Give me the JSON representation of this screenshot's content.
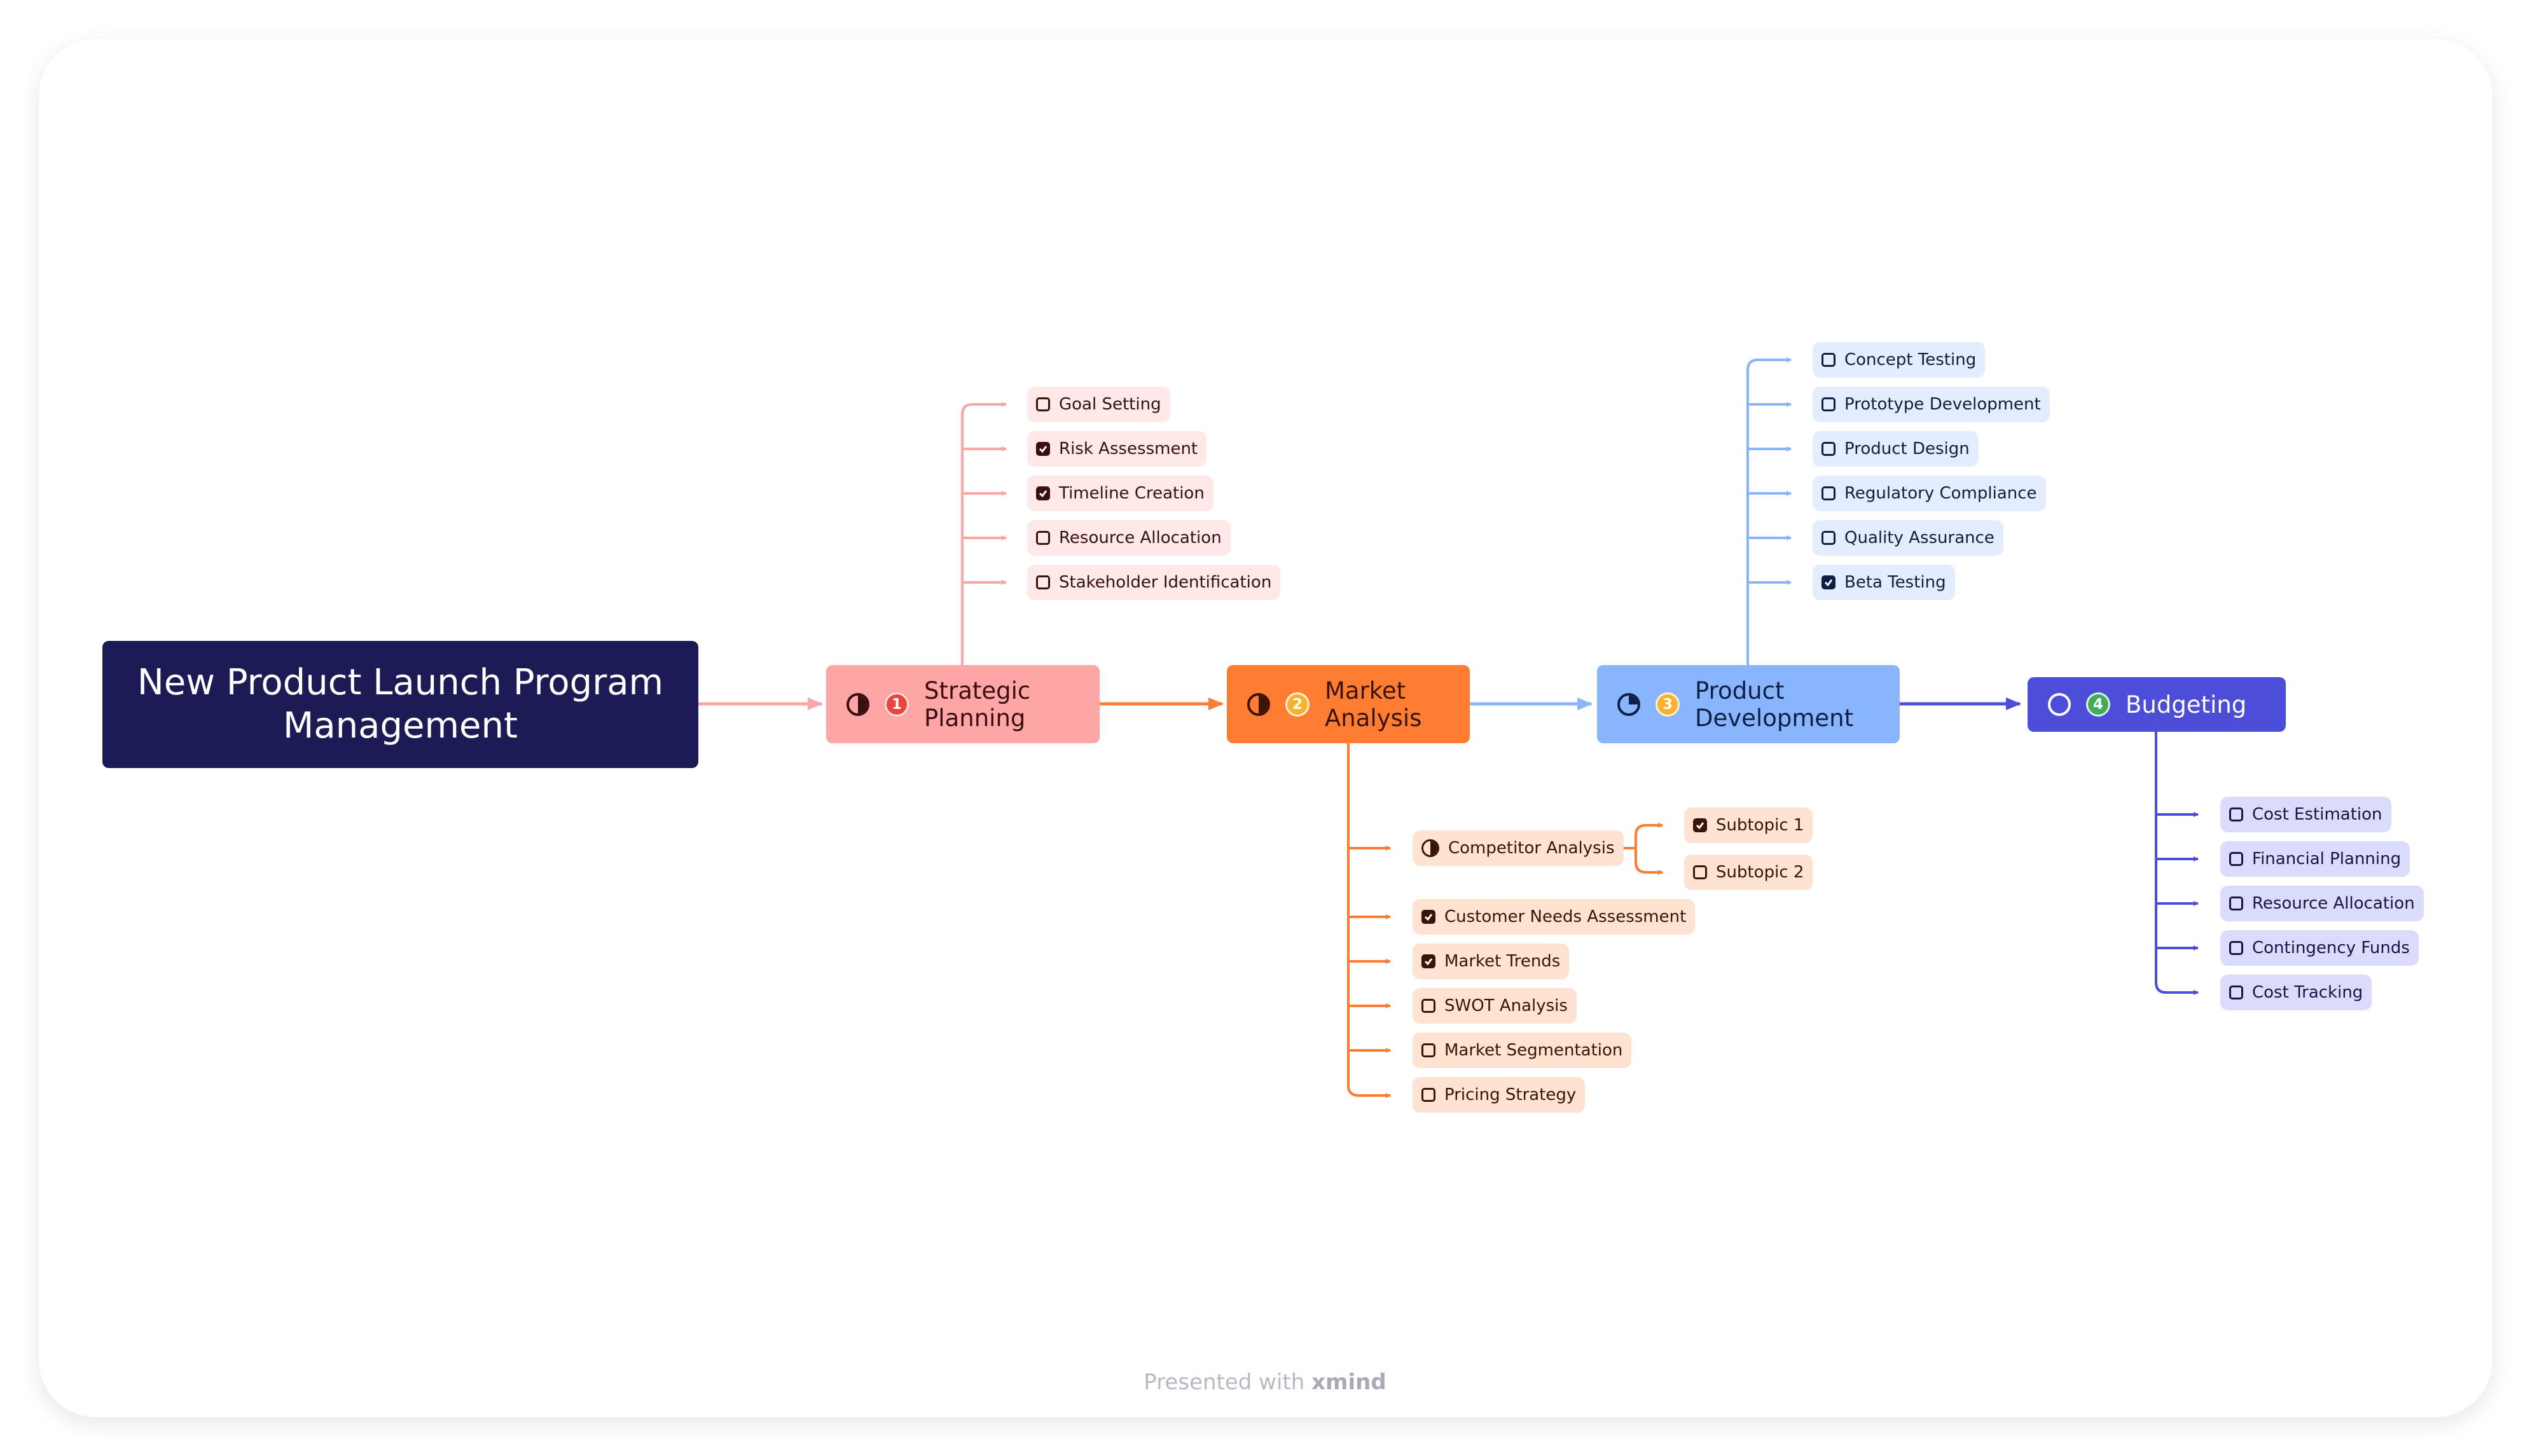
{
  "root": {
    "title": "New Product Launch Program Management"
  },
  "colors": {
    "root": "#1c1b56",
    "strategic": "#fda6a5",
    "strategic_sub": "#fee8e8",
    "market": "#fe7d33",
    "market_sub": "#fee3d3",
    "product": "#88b5fe",
    "product_sub": "#e3edfe",
    "budget": "#4c4dd8",
    "budget_sub": "#dbdcfc"
  },
  "branches": [
    {
      "label": "Strategic Planning",
      "number": "1",
      "progress": "half",
      "children": [
        {
          "label": "Goal Setting",
          "checked": false
        },
        {
          "label": "Risk Assessment",
          "checked": true
        },
        {
          "label": "Timeline Creation",
          "checked": true
        },
        {
          "label": "Resource Allocation",
          "checked": false
        },
        {
          "label": "Stakeholder Identification",
          "checked": false
        }
      ]
    },
    {
      "label": "Market Analysis",
      "number": "2",
      "progress": "half",
      "children": [
        {
          "label": "Competitor Analysis",
          "progress": "half",
          "children": [
            {
              "label": "Subtopic 1",
              "checked": true
            },
            {
              "label": "Subtopic 2",
              "checked": false
            }
          ]
        },
        {
          "label": "Customer Needs Assessment",
          "checked": true
        },
        {
          "label": "Market Trends",
          "checked": true
        },
        {
          "label": "SWOT Analysis",
          "checked": false
        },
        {
          "label": "Market Segmentation",
          "checked": false
        },
        {
          "label": "Pricing Strategy",
          "checked": false
        }
      ]
    },
    {
      "label": "Product Development",
      "number": "3",
      "progress": "quarter",
      "children": [
        {
          "label": "Concept Testing",
          "checked": false
        },
        {
          "label": "Prototype Development",
          "checked": false
        },
        {
          "label": "Product Design",
          "checked": false
        },
        {
          "label": "Regulatory Compliance",
          "checked": false
        },
        {
          "label": "Quality Assurance",
          "checked": false
        },
        {
          "label": "Beta Testing",
          "checked": true
        }
      ]
    },
    {
      "label": "Budgeting",
      "number": "4",
      "progress": "empty",
      "children": [
        {
          "label": "Cost Estimation",
          "checked": false
        },
        {
          "label": "Financial Planning",
          "checked": false
        },
        {
          "label": "Resource Allocation",
          "checked": false
        },
        {
          "label": "Contingency Funds",
          "checked": false
        },
        {
          "label": "Cost Tracking",
          "checked": false
        }
      ]
    }
  ],
  "footer": {
    "prefix": "Presented with",
    "brand": "xmind"
  }
}
